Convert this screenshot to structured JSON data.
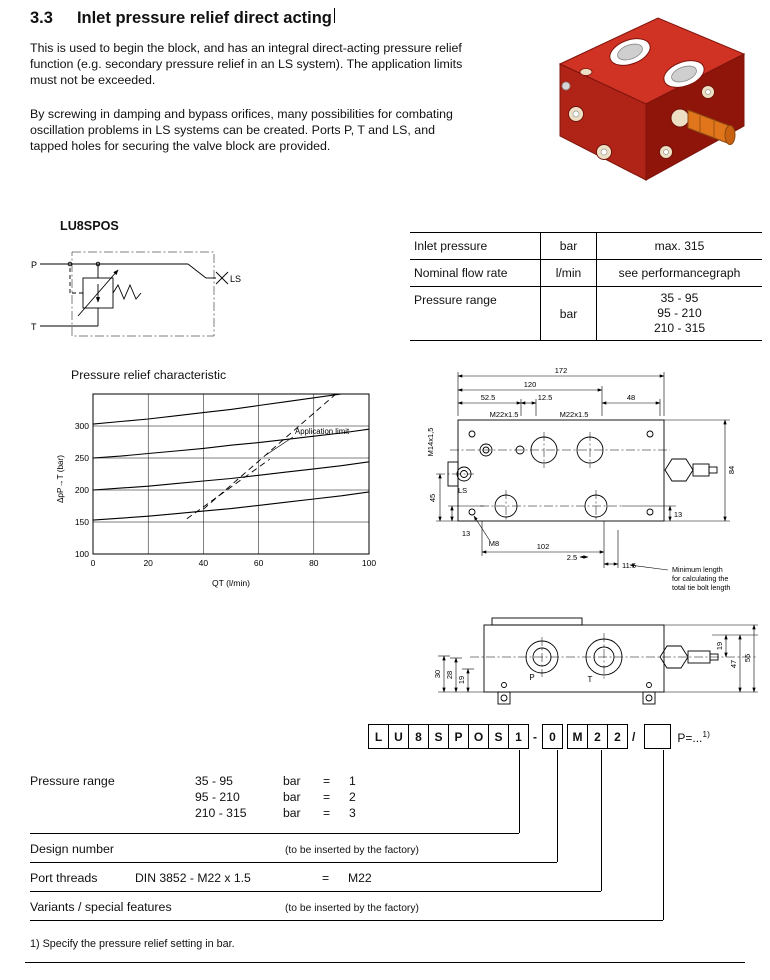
{
  "page": {
    "section_number": "3.3",
    "title": "Inlet pressure relief direct acting",
    "para1": "This is used to begin the block, and has an integral direct-acting pressure relief function (e.g. secondary pressure relief in an LS system). The application limits must not be exceeded.",
    "para2": "By screwing in damping and bypass orifices, many possibilities for combating oscillation problems in LS systems can be created. Ports P, T and LS, and tapped holes for securing the valve block are provided.",
    "footnote": "1) Specify the pressure relief setting in bar."
  },
  "model": {
    "name": "LU8SPOS"
  },
  "schematic": {
    "port_p": "P",
    "port_t": "T",
    "port_ls": "LS"
  },
  "spec_table": {
    "rows": [
      {
        "label": "Inlet pressure",
        "unit": "bar",
        "values": [
          "max. 315"
        ]
      },
      {
        "label": "Nominal flow rate",
        "unit": "l/min",
        "values": [
          "see performancegraph"
        ]
      },
      {
        "label": "Pressure range",
        "unit": "bar",
        "values": [
          "35 - 95",
          "95 - 210",
          "210 - 315"
        ]
      }
    ]
  },
  "chart_data": {
    "type": "line",
    "title": "Pressure relief characteristic",
    "xlabel": "QT (l/min)",
    "ylabel": "ΔpP→T (bar)",
    "xlim": [
      0,
      100
    ],
    "ylim": [
      100,
      350
    ],
    "xticks": [
      0,
      20,
      40,
      60,
      80,
      100
    ],
    "yticks": [
      100,
      150,
      200,
      250,
      300
    ],
    "grid": true,
    "annotation": "Application limit",
    "series": [
      {
        "name": "curve1",
        "x": [
          0,
          10,
          20,
          30,
          40,
          50,
          60,
          70,
          80,
          90,
          100
        ],
        "y": [
          303,
          307,
          311,
          316,
          321,
          326,
          332,
          338,
          344,
          350,
          357
        ]
      },
      {
        "name": "curve2",
        "x": [
          0,
          10,
          20,
          30,
          40,
          50,
          60,
          70,
          80,
          90,
          100
        ],
        "y": [
          250,
          253,
          257,
          261,
          265,
          270,
          274,
          279,
          284,
          289,
          295
        ]
      },
      {
        "name": "curve3",
        "x": [
          0,
          10,
          20,
          30,
          40,
          50,
          60,
          70,
          80,
          90,
          100
        ],
        "y": [
          200,
          203,
          206,
          210,
          214,
          218,
          223,
          228,
          233,
          238,
          244
        ]
      },
      {
        "name": "curve4",
        "x": [
          0,
          10,
          20,
          30,
          40,
          50,
          60,
          70,
          80,
          90,
          100
        ],
        "y": [
          153,
          156,
          159,
          163,
          167,
          171,
          176,
          181,
          186,
          191,
          197
        ]
      }
    ],
    "limit_lines": [
      {
        "x": [
          40,
          88
        ],
        "y": [
          170,
          350
        ]
      },
      {
        "x": [
          34,
          64
        ],
        "y": [
          155,
          248
        ]
      }
    ]
  },
  "drawing_top": {
    "dim_172": "172",
    "dim_120": "120",
    "dim_52_5": "52.5",
    "dim_12_5": "12.5",
    "dim_48": "48",
    "thread_m22_a": "M22x1.5",
    "thread_m22_b": "M22x1.5",
    "thread_m14": "M14x1,5",
    "port_ls": "LS",
    "dim_45": "45",
    "dim_84": "84",
    "dim_13_left": "13",
    "thread_m8": "M8",
    "dim_102": "102",
    "dim_2_5": "2.5",
    "dim_11_5": "11.5",
    "dim_13_right": "13",
    "note_line1": "Minimum length",
    "note_line2": "for calculating the",
    "note_line3": "total tie bolt length"
  },
  "drawing_bottom": {
    "dim_30": "30",
    "dim_28": "28",
    "dim_19_left": "19",
    "port_p": "P",
    "port_t": "T",
    "dim_19_right": "19",
    "dim_47": "47",
    "dim_55": "55"
  },
  "order_code": {
    "group1": [
      "L",
      "U",
      "8",
      "S",
      "P",
      "O",
      "S"
    ],
    "digit_pressure": "1",
    "dash": "-",
    "digit_design": "0",
    "group_threads": [
      "M",
      "2",
      "2"
    ],
    "slash": "/",
    "blank": "",
    "suffix": "P=...",
    "suffix_sup": "1)"
  },
  "ordering": {
    "pressure_range": {
      "label": "Pressure range",
      "entries": [
        {
          "range": "35 - 95",
          "unit": "bar",
          "eq": "=",
          "code": "1"
        },
        {
          "range": "95 - 210",
          "unit": "bar",
          "eq": "=",
          "code": "2"
        },
        {
          "range": "210 - 315",
          "unit": "bar",
          "eq": "=",
          "code": "3"
        }
      ]
    },
    "design_number": {
      "label": "Design number",
      "note": "(to be inserted by the factory)"
    },
    "port_threads": {
      "label": "Port threads",
      "thread": "DIN 3852 - M22 x 1.5",
      "eq": "=",
      "code": "M22"
    },
    "variants": {
      "label": "Variants / special features",
      "note": "(to be inserted by the factory)"
    }
  },
  "colors": {
    "valve_red": "#c62717",
    "valve_red_dark": "#8f1409",
    "valve_red_light": "#d03224",
    "knob_orange": "#e0751b",
    "cream": "#ecdfc4"
  }
}
